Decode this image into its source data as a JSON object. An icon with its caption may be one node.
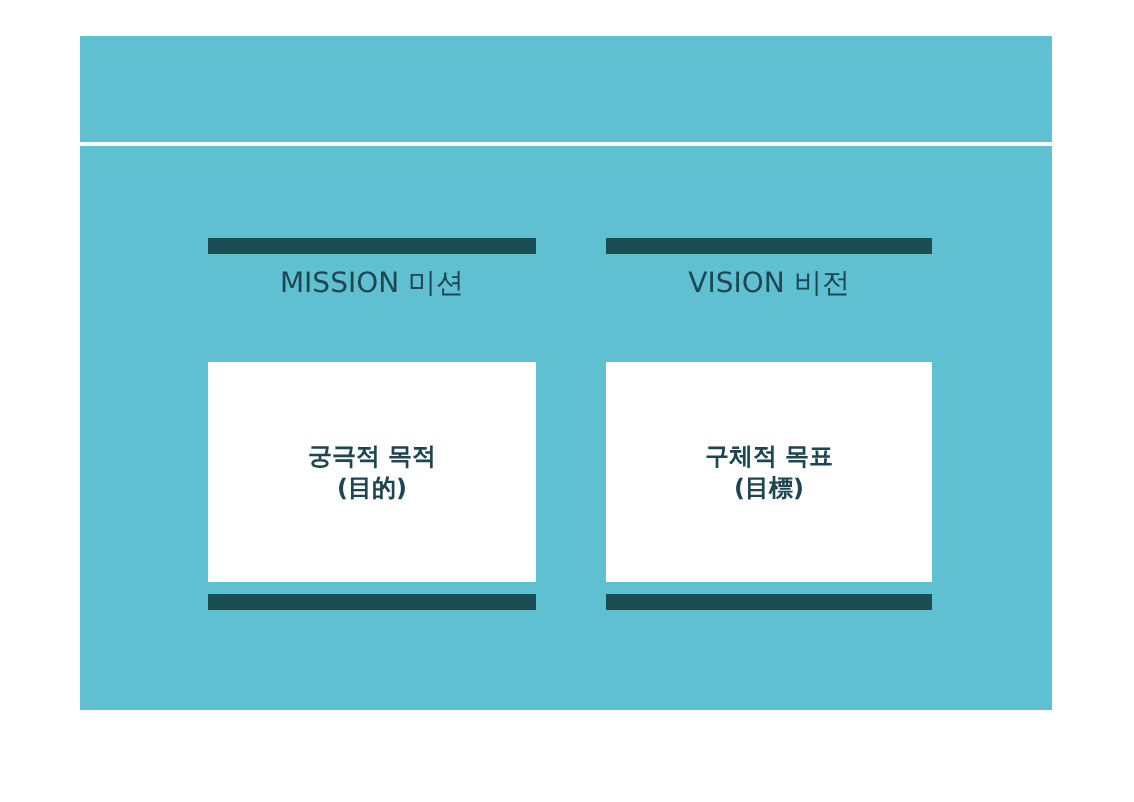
{
  "diagram": {
    "nodes": [
      {
        "text": [
          "MISSION 미션",
          "궁극적 목적 (目的)"
        ]
      },
      {
        "text": [
          "VISION 비전",
          "구체적 목표 (目標)"
        ]
      }
    ]
  }
}
